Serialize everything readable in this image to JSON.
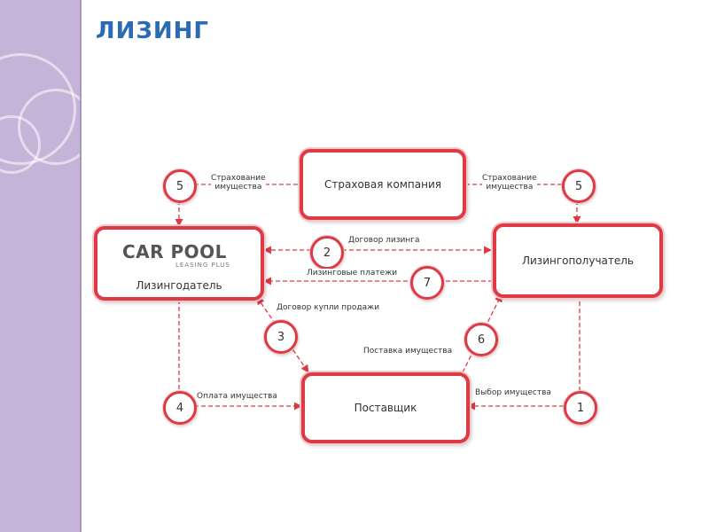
{
  "title": "ЛИЗИНГ",
  "logo": {
    "main": "CAR POOL",
    "sub": "LEASING PLUS"
  },
  "nodes": {
    "insurance": "Страховая компания",
    "lessor": "Лизингодатель",
    "lessee": "Лизингополучатель",
    "supplier": "Поставщик"
  },
  "steps": {
    "s5_left": "5",
    "s5_right": "5",
    "s2": "2",
    "s7": "7",
    "s3": "3",
    "s6": "6",
    "s4": "4",
    "s1": "1"
  },
  "labels": {
    "insurance_left_l1": "Страхование",
    "insurance_left_l2": "имущества",
    "insurance_right_l1": "Страхование",
    "insurance_right_l2": "имущества",
    "lease_contract": "Договор лизинга",
    "lease_payments": "Лизинговые платежи",
    "purchase_contract": "Договор купли продажи",
    "delivery": "Поставка имущества",
    "payment": "Оплата имущества",
    "choice": "Выбор имущества"
  },
  "colors": {
    "accent": "#dd3a44",
    "title": "#2b6bb3",
    "sidebar": "#c5b3d8"
  }
}
